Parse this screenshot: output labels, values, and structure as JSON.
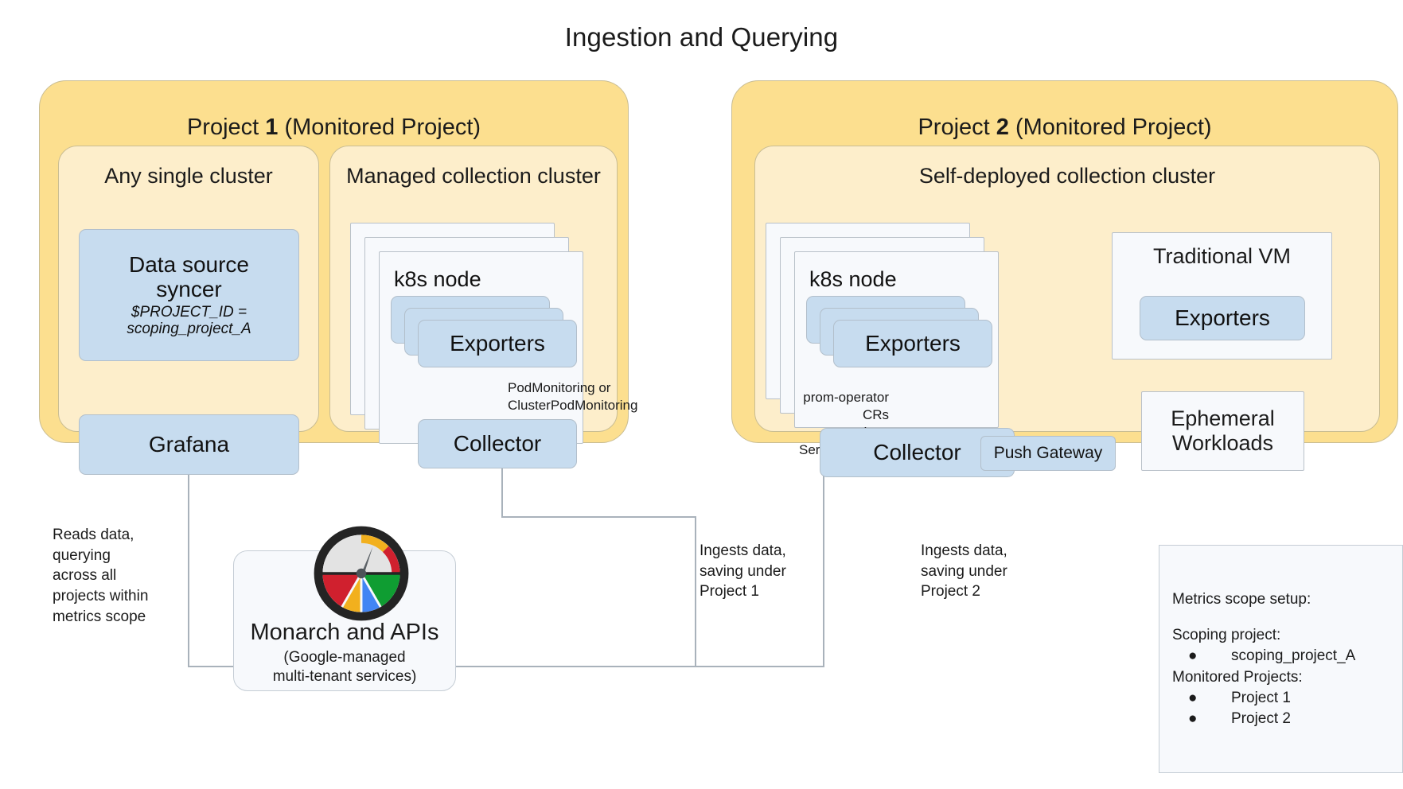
{
  "title": "Ingestion and Querying",
  "projects": [
    {
      "name": "project-1",
      "title_prefix": "Project ",
      "title_number": "1",
      "title_suffix": " (Monitored Project)"
    },
    {
      "name": "project-2",
      "title_prefix": "Project ",
      "title_number": "2",
      "title_suffix": " (Monitored Project)"
    }
  ],
  "clusters": {
    "any_single": "Any single cluster",
    "managed": "Managed collection cluster",
    "self_deployed": "Self-deployed collection cluster"
  },
  "boxes": {
    "data_source_syncer": {
      "main": "Data source\nsyncer",
      "sub": "$PROJECT_ID =\nscoping_project_A"
    },
    "grafana": "Grafana",
    "k8s_node_1": "k8s node",
    "k8s_node_2": "k8s node",
    "exporters_1": "Exporters",
    "exporters_2": "Exporters",
    "collector_1": "Collector",
    "collector_2": "Collector",
    "push_gateway": "Push Gateway",
    "traditional_vm": "Traditional VM",
    "vm_exporters": "Exporters",
    "ephemeral_workloads": "Ephemeral\nWorkloads"
  },
  "edge_labels": {
    "pod_monitoring": "PodMonitoring or\nClusterPodMonitoring",
    "prom_operator": "prom-operator CRs\n(e.g. ServiceMonitor)"
  },
  "notes": {
    "reads": "Reads data,\nquerying\nacross all\nprojects within\nmetrics scope",
    "ingest_1": "Ingests data,\nsaving under\nProject 1",
    "ingest_2": "Ingests data,\nsaving under\nProject 2"
  },
  "monarch": {
    "title": "Monarch and APIs",
    "subtitle": "(Google-managed\nmulti-tenant services)",
    "logo_name": "monarch-gauge-logo"
  },
  "legend": {
    "heading": "Metrics scope setup:",
    "scoping_label": "Scoping project:",
    "scoping_items": [
      "scoping_project_A"
    ],
    "monitored_label": "Monitored Projects:",
    "monitored_items": [
      "Project 1",
      "Project 2"
    ]
  },
  "colors": {
    "project_fill": "#fcdf8f",
    "cluster_fill": "#fdeecb",
    "component_fill": "#c7dcef",
    "panel_fill": "#f7f9fc",
    "stroke": "#b9c1c9",
    "google_blue": "#4285f4",
    "google_red": "#d0202e",
    "google_yellow": "#f2b01e",
    "google_green": "#0f9d32",
    "gauge_ring": "#242424"
  }
}
